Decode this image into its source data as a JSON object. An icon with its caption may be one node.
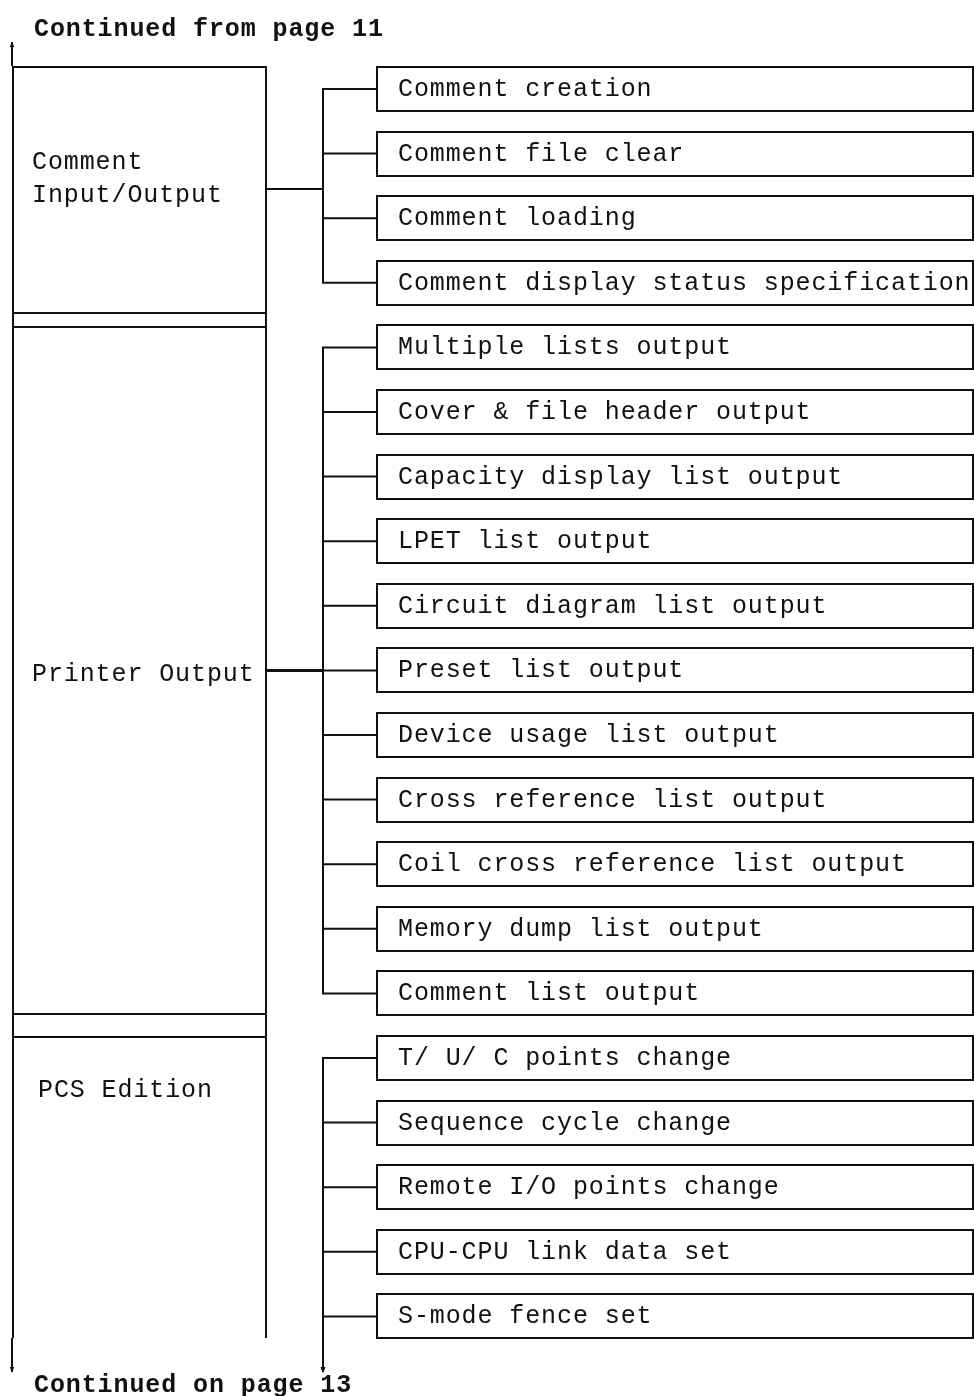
{
  "diagram": {
    "nodes": [
      {
        "text": [
          "Comment Input/Output"
        ]
      },
      {
        "text": [
          "Comment creation"
        ]
      },
      {
        "text": [
          "Comment file clear"
        ]
      },
      {
        "text": [
          "Comment loading"
        ]
      },
      {
        "text": [
          "Comment display status specification"
        ]
      },
      {
        "text": [],
        "shape": "bar"
      },
      {
        "text": [
          "Printer Output"
        ]
      },
      {
        "text": [
          "Multiple lists output"
        ]
      },
      {
        "text": [
          "Cover & file header output"
        ]
      },
      {
        "text": [
          "Capacity display list output"
        ]
      },
      {
        "text": [
          "LPET list output"
        ]
      },
      {
        "text": [
          "Circuit diagram list output"
        ]
      },
      {
        "text": [
          "Preset list output"
        ]
      },
      {
        "text": [
          "Device usage list output"
        ]
      },
      {
        "text": [
          "Cross reference list output"
        ]
      },
      {
        "text": [
          "Coil cross reference list output"
        ]
      },
      {
        "text": [
          "Memory dump list output"
        ]
      },
      {
        "text": [
          "Comment list output"
        ]
      },
      {
        "text": [],
        "shape": "bar"
      },
      {
        "text": [
          "PCS Edition"
        ]
      },
      {
        "text": [
          "T/ U/ C points change"
        ]
      },
      {
        "text": [
          "Sequence cycle change"
        ]
      },
      {
        "text": [
          "Remote I/O points change"
        ]
      },
      {
        "text": [
          "CPU-CPU link data set"
        ]
      },
      {
        "text": [
          "S-mode fence set"
        ]
      },
      {
        "text": [
          "Continued on page 13"
        ]
      },
      {
        "text": [
          "Continued from page 11"
        ]
      }
    ],
    "edges": [
      {
        "from": 0,
        "to": 1,
        "arrow": "none"
      },
      {
        "from": 0,
        "to": 2,
        "arrow": "none"
      },
      {
        "from": 0,
        "to": 3,
        "arrow": "none"
      },
      {
        "from": 0,
        "to": 4,
        "arrow": "none"
      },
      {
        "from": 6,
        "to": 7,
        "arrow": "none"
      },
      {
        "from": 6,
        "to": 8,
        "arrow": "none"
      },
      {
        "from": 6,
        "to": 9,
        "arrow": "none"
      },
      {
        "from": 6,
        "to": 10,
        "arrow": "none"
      },
      {
        "from": 6,
        "to": 11,
        "arrow": "none"
      },
      {
        "from": 6,
        "to": 12,
        "arrow": "none"
      },
      {
        "from": 6,
        "to": 13,
        "arrow": "none"
      },
      {
        "from": 6,
        "to": 14,
        "arrow": "none"
      },
      {
        "from": 6,
        "to": 15,
        "arrow": "none"
      },
      {
        "from": 6,
        "to": 16,
        "arrow": "none"
      },
      {
        "from": 6,
        "to": 17,
        "arrow": "none"
      },
      {
        "from": 0,
        "to": 26,
        "arrow": "to"
      },
      {
        "from": 19,
        "to": 25,
        "arrow": "to"
      },
      {
        "from": 20,
        "to": 25,
        "arrow": "to"
      },
      {
        "from": 21,
        "to": 25,
        "arrow": "to"
      },
      {
        "from": 22,
        "to": 25,
        "arrow": "to"
      },
      {
        "from": 23,
        "to": 25,
        "arrow": "to"
      },
      {
        "from": 24,
        "to": 25,
        "arrow": "to"
      }
    ]
  }
}
